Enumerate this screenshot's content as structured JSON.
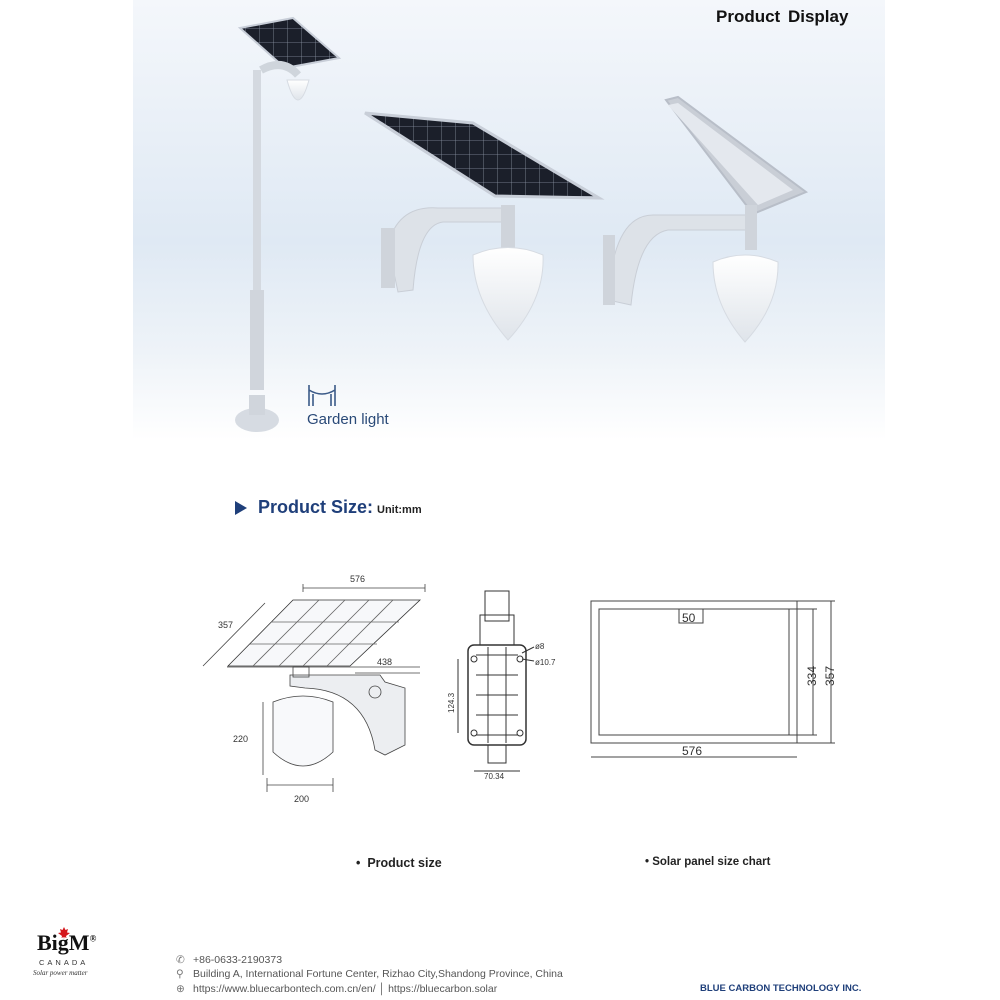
{
  "hero": {
    "title": "Product  Display",
    "garden_light_label": "Garden light"
  },
  "product_size_section": {
    "title": "Product Size:",
    "unit": "Unit:mm"
  },
  "drawing_product": {
    "panel_width": "576",
    "panel_depth": "357",
    "arm_length": "438",
    "lamp_height": "220",
    "lamp_width": "200"
  },
  "drawing_bracket": {
    "hole_small": "ø8",
    "hole_large": "ø10.7",
    "hole_spacing": "124.3",
    "width": "70.34"
  },
  "drawing_panel": {
    "top_gap": "50",
    "inner_height": "334",
    "outer_height": "357",
    "width": "576"
  },
  "captions": {
    "product_size": "Product size",
    "panel_chart": "Solar panel size chart"
  },
  "footer": {
    "phone": "+86-0633-2190373",
    "address": "Building A, International Fortune Center,  Rizhao City,Shandong Province, China",
    "web": "https://www.bluecarbontech.com.cn/en/  │  https://bluecarbon.solar",
    "company": "BLUE CARBON TECHNOLOGY INC."
  },
  "logo": {
    "brand": "BigM",
    "registered": "®",
    "country": "CANADA",
    "slogan": "Solar power matter"
  },
  "icons": [
    "phone-icon",
    "user-icon",
    "globe-icon",
    "maple-leaf-icon",
    "garden-light-icon",
    "triangle-bullet-icon"
  ]
}
